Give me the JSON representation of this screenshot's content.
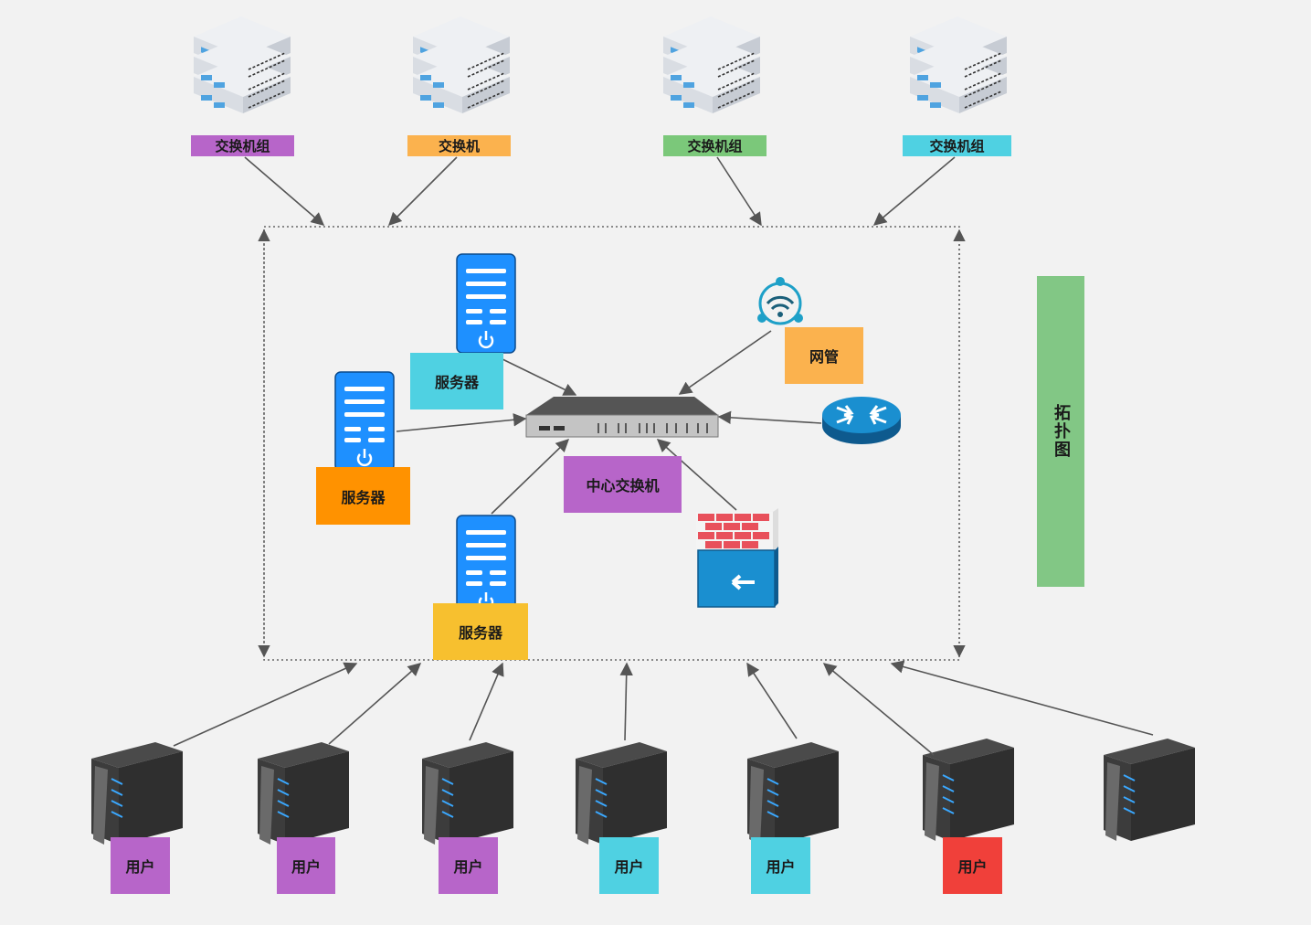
{
  "title": "拓扑图",
  "colors": {
    "purple": "#b765c9",
    "orange_light": "#fbb24e",
    "green": "#7bc87a",
    "cyan": "#4fd1e2",
    "orange": "#ff9200",
    "gold": "#f7c02f",
    "red": "#f0403a",
    "server_blue": "#1e90ff",
    "side_green": "#82c785",
    "line_gray": "#5a5a5a"
  },
  "top_switch_groups": [
    {
      "label": "交换机组",
      "color": "purple"
    },
    {
      "label": "交换机",
      "color": "orange_light"
    },
    {
      "label": "交换机组",
      "color": "green"
    },
    {
      "label": "交换机组",
      "color": "cyan"
    }
  ],
  "core": {
    "central_switch_label": "中心交换机",
    "servers": [
      {
        "label": "服务器",
        "color": "cyan"
      },
      {
        "label": "服务器",
        "color": "orange"
      },
      {
        "label": "服务器",
        "color": "gold"
      }
    ],
    "network_manager_label": "网管",
    "router_icon": "router-icon",
    "firewall_icon": "firewall-icon",
    "wifi_icon": "wifi-icon"
  },
  "users": [
    {
      "label": "用户",
      "color": "purple"
    },
    {
      "label": "用户",
      "color": "purple"
    },
    {
      "label": "用户",
      "color": "purple"
    },
    {
      "label": "用户",
      "color": "cyan"
    },
    {
      "label": "用户",
      "color": "cyan"
    },
    {
      "label": "用户",
      "color": "red"
    },
    {
      "label": "",
      "color": ""
    }
  ]
}
